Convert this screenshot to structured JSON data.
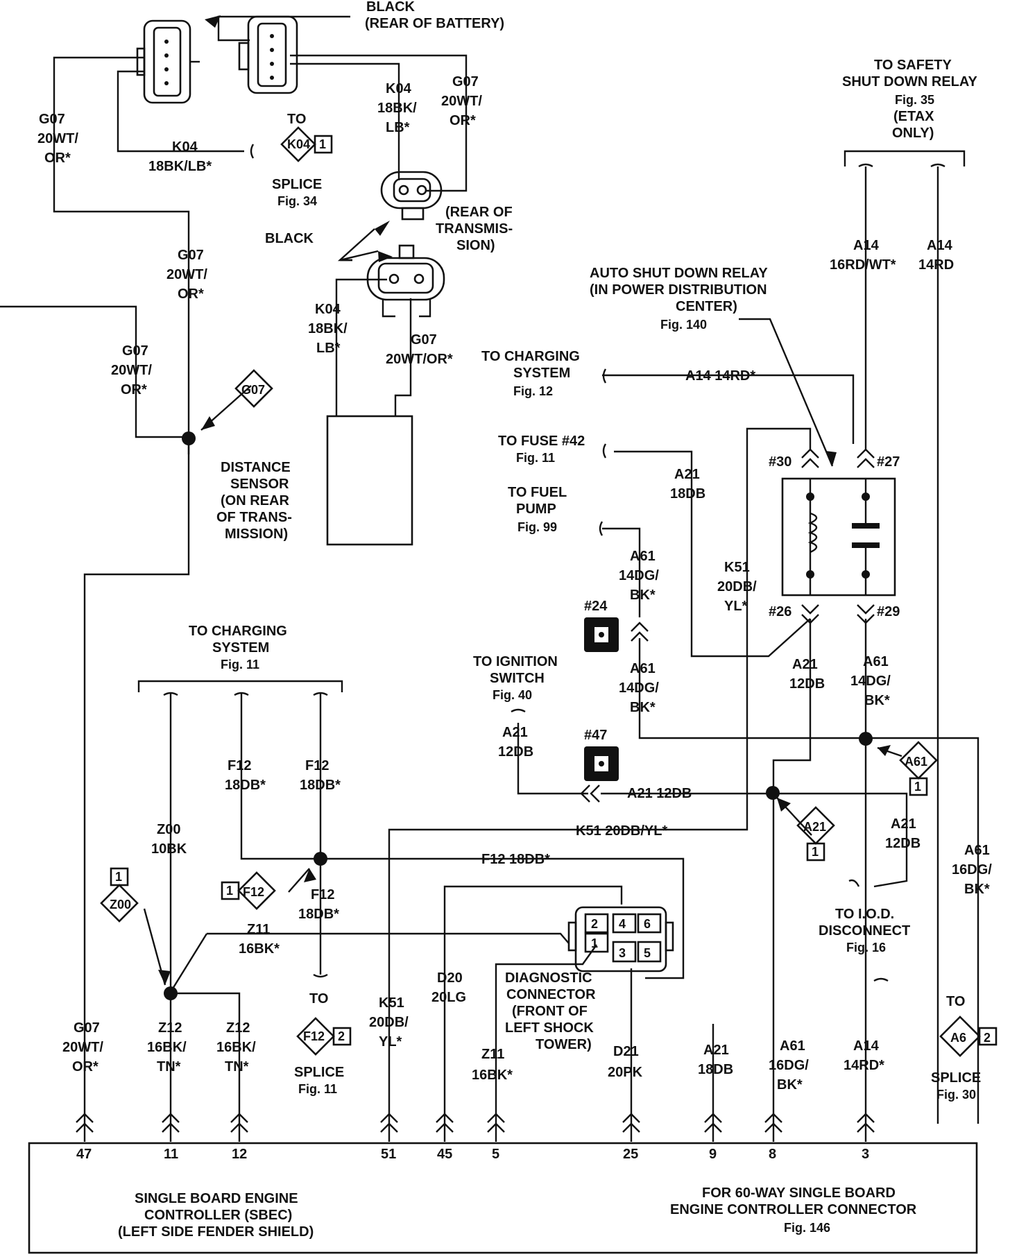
{
  "top_connectors": {
    "black_rear_battery": [
      "BLACK",
      "(REAR OF BATTERY)"
    ],
    "left_g07": [
      "G07",
      "20WT/",
      "OR*"
    ],
    "k04_label": [
      "K04",
      "18BK/LB*"
    ],
    "splice_k04": {
      "to": "TO",
      "id": "K04",
      "num": "1",
      "label": [
        "SPLICE",
        "Fig. 34"
      ]
    },
    "mid_k04": [
      "K04",
      "18BK/",
      "LB*"
    ],
    "mid_g07": [
      "G07",
      "20WT/",
      "OR*"
    ],
    "rear_of_transmission": [
      "(REAR OF",
      "TRANSMIS-",
      "SION)"
    ],
    "black": "BLACK",
    "left_g07b": [
      "G07",
      "20WT/",
      "OR*"
    ],
    "sensor_k04": [
      "K04",
      "18BK/",
      "LB*"
    ],
    "sensor_g07": [
      "G07",
      "20WT/OR*"
    ],
    "far_g07": [
      "G07",
      "20WT/",
      "OR*"
    ],
    "g07_splice": "G07",
    "distance_sensor": [
      "DISTANCE",
      "SENSOR",
      "(ON REAR",
      "OF TRANS-",
      "MISSION)"
    ]
  },
  "right_side": {
    "to_safety": [
      "TO SAFETY",
      "SHUT DOWN RELAY",
      "Fig. 35",
      "(ETAX",
      "ONLY)"
    ],
    "a14_16rd": [
      "A14",
      "16RD/WT*"
    ],
    "a14_14rd": [
      "A14",
      "14RD"
    ],
    "asd_relay": [
      "AUTO SHUT DOWN RELAY",
      "(IN POWER DISTRIBUTION",
      "CENTER)",
      "Fig. 140"
    ],
    "to_charging_system_12": [
      "TO CHARGING",
      "SYSTEM",
      "Fig. 12"
    ],
    "a14_14rd_wire": "A14 14RD*",
    "to_fuse": [
      "TO FUSE #42",
      "Fig. 11"
    ],
    "a21_18db": [
      "A21",
      "18DB"
    ],
    "to_fuel_pump": [
      "TO FUEL",
      "PUMP",
      "Fig. 99"
    ],
    "pins": {
      "p30": "#30",
      "p27": "#27",
      "p26": "#26",
      "p29": "#29"
    },
    "a61_14dg_top": [
      "A61",
      "14DG/",
      "BK*"
    ],
    "k51": [
      "K51",
      "20DB/",
      "YL*"
    ],
    "conn24": "#24",
    "a61_14dg_mid": [
      "A61",
      "14DG/",
      "BK*"
    ],
    "a21_12db_right": [
      "A21",
      "12DB"
    ],
    "a61_14dg_right": [
      "A61",
      "14DG/",
      "BK*"
    ],
    "to_ignition": [
      "TO IGNITION",
      "SWITCH",
      "Fig. 40"
    ],
    "a21_12db_left": [
      "A21",
      "12DB"
    ],
    "conn47": "#47",
    "a21_12db_wire": "A21 12DB",
    "splice_a61": {
      "id": "A61",
      "num": "1"
    },
    "splice_a21": {
      "id": "A21",
      "num": "1"
    },
    "a21_12db_iod": [
      "A21",
      "12DB"
    ],
    "a61_16dg": [
      "A61",
      "16DG/",
      "BK*"
    ],
    "to_iod": [
      "TO I.O.D.",
      "DISCONNECT",
      "Fig. 16"
    ],
    "splice_a6": {
      "to": "TO",
      "id": "A6",
      "num": "2",
      "label": [
        "SPLICE",
        "Fig. 30"
      ]
    }
  },
  "lower_left": {
    "to_charging_11": [
      "TO CHARGING",
      "SYSTEM",
      "Fig. 11"
    ],
    "z00": [
      "Z00",
      "10BK"
    ],
    "f12_left": [
      "F12",
      "18DB*"
    ],
    "f12_right": [
      "F12",
      "18DB*"
    ],
    "splice_z00": {
      "id": "Z00",
      "num": "1"
    },
    "splice_f12": {
      "id": "F12",
      "num": "1"
    },
    "f12_down": [
      "F12",
      "18DB*"
    ],
    "z11_left": [
      "Z11",
      "16BK*"
    ],
    "k51_wire": "K51 20DB/YL*",
    "f12_wire": "F12 18DB*",
    "diag_connector": [
      "DIAGNOSTIC",
      "CONNECTOR",
      "(FRONT OF",
      "LEFT SHOCK",
      "TOWER)"
    ],
    "diag_pins": [
      "2",
      "4",
      "6",
      "1",
      "3",
      "5"
    ],
    "d20": [
      "D20",
      "20LG"
    ],
    "to_splice_f12": {
      "to": "TO",
      "id": "F12",
      "num": "2",
      "label": [
        "SPLICE",
        "Fig. 11"
      ]
    }
  },
  "bottom_labels": {
    "g07": [
      "G07",
      "20WT/",
      "OR*"
    ],
    "z12a": [
      "Z12",
      "16BK/",
      "TN*"
    ],
    "z12b": [
      "Z12",
      "16BK/",
      "TN*"
    ],
    "k51": [
      "K51",
      "20DB/",
      "YL*"
    ],
    "z11": [
      "Z11",
      "16BK*"
    ],
    "d21": [
      "D21",
      "20PK"
    ],
    "a21": [
      "A21",
      "18DB"
    ],
    "a61": [
      "A61",
      "16DG/",
      "BK*"
    ],
    "a14": [
      "A14",
      "14RD*"
    ]
  },
  "controller": {
    "pins": [
      "47",
      "11",
      "12",
      "51",
      "45",
      "5",
      "25",
      "9",
      "8",
      "3"
    ],
    "name": [
      "SINGLE BOARD ENGINE",
      "CONTROLLER (SBEC)",
      "(LEFT SIDE FENDER SHIELD)"
    ],
    "note": [
      "FOR 60-WAY SINGLE BOARD",
      "ENGINE CONTROLLER CONNECTOR",
      "Fig. 146"
    ]
  }
}
